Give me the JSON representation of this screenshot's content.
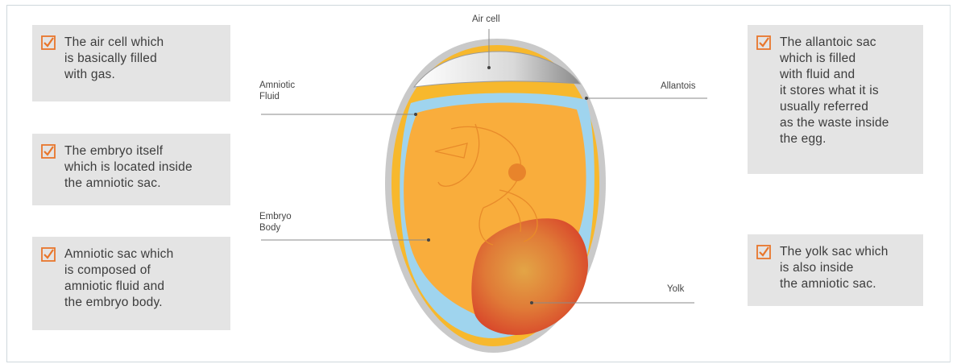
{
  "colors": {
    "accent": "#e8762b",
    "box_bg": "#e4e4e4",
    "shell": "#c8c8c8",
    "membrane": "#f7b82d",
    "amniotic_fluid": "#9fd4ee",
    "embryo": "#f9ad3c",
    "yolk": "#de5f2e"
  },
  "left_boxes": [
    {
      "text": "The air cell which\nis basically filled\nwith gas."
    },
    {
      "text": "The embryo itself\nwhich is located inside\nthe amniotic sac."
    },
    {
      "text": "Amniotic sac which\nis composed of\namniotic fluid and\nthe embryo body."
    }
  ],
  "right_boxes": [
    {
      "text": "The allantoic sac\nwhich is filled\nwith fluid and\nit stores what it is\nusually referred\nas the waste inside\nthe egg."
    },
    {
      "text": "The yolk sac which\nis also inside\nthe amniotic sac."
    }
  ],
  "labels": {
    "air_cell": "Air cell",
    "amniotic_fluid": "Amniotic\nFluid",
    "allantois": "Allantois",
    "embryo_body": "Embryo\nBody",
    "yolk": "Yolk"
  }
}
